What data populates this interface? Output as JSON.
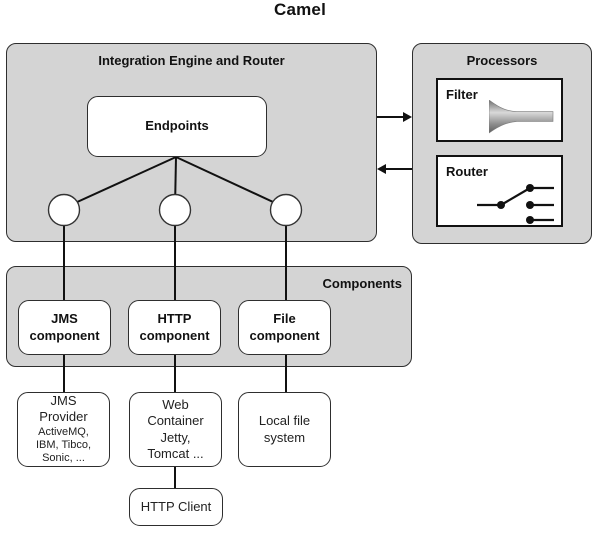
{
  "title": "Camel",
  "engine": {
    "label": "Integration Engine and Router",
    "endpoints": "Endpoints"
  },
  "processors": {
    "label": "Processors",
    "filter": "Filter",
    "router": "Router"
  },
  "components": {
    "label": "Components",
    "jms": "JMS\ncomponent",
    "http": "HTTP\ncomponent",
    "file": "File\ncomponent"
  },
  "providers": {
    "jms_name": "JMS\nProvider",
    "jms_list": "ActiveMQ,\nIBM, Tibco,\nSonic, ...",
    "web_container": "Web\nContainer\nJetty,\nTomcat ...",
    "local_file": "Local file\nsystem",
    "http_client": "HTTP Client"
  },
  "colors": {
    "panel_fill": "#d4d4d4",
    "line": "#111111"
  }
}
